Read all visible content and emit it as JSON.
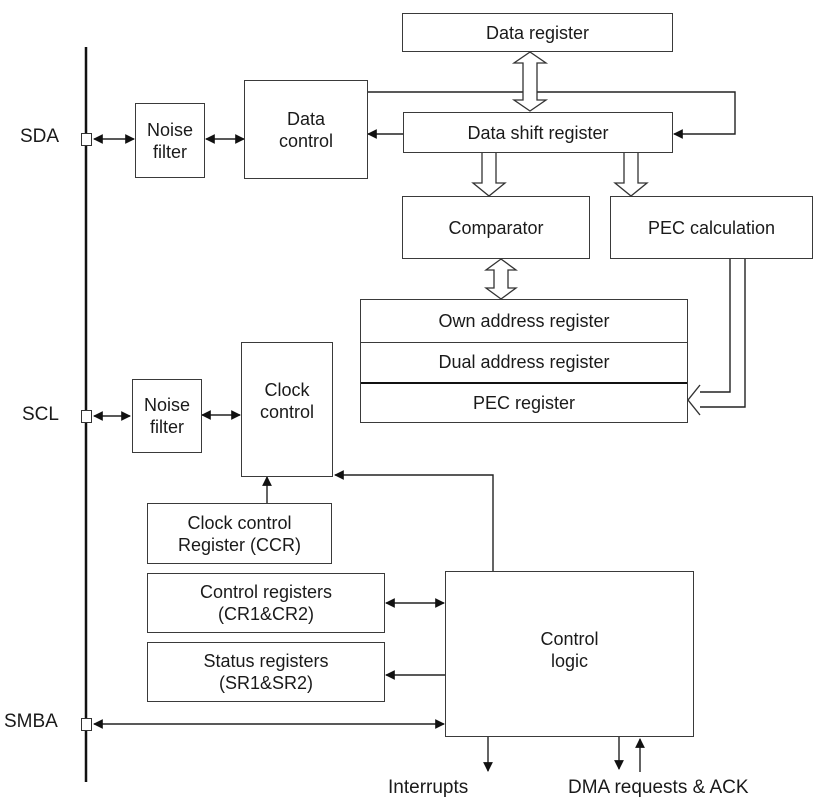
{
  "pins": [
    {
      "id": "sda",
      "label": "SDA"
    },
    {
      "id": "scl",
      "label": "SCL"
    },
    {
      "id": "smba",
      "label": "SMBA"
    }
  ],
  "blocks": {
    "data_register": "Data register",
    "data_shift_register": "Data shift register",
    "noise_filter_sda": "Noise\nfilter",
    "data_control": "Data\ncontrol",
    "comparator": "Comparator",
    "pec_calculation": "PEC calculation",
    "address_stack": [
      "Own address register",
      "Dual address register",
      "PEC register"
    ],
    "noise_filter_scl": "Noise\nfilter",
    "clock_control": "Clock\ncontrol",
    "clock_control_register": "Clock control\nRegister (CCR)",
    "control_registers": "Control registers\n(CR1&CR2)",
    "status_registers": "Status registers\n(SR1&SR2)",
    "control_logic": "Control\nlogic"
  },
  "outputs": {
    "interrupts": "Interrupts",
    "dma": "DMA requests & ACK"
  },
  "colors": {
    "line": "#2a2a2a",
    "box_border": "#3a3a3a",
    "background": "#ffffff"
  }
}
